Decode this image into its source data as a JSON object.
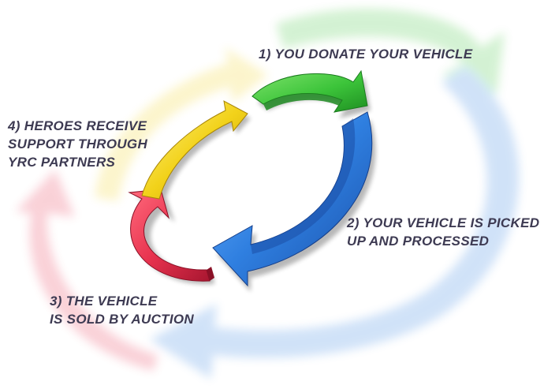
{
  "steps": [
    {
      "number_text": "1)",
      "lines": [
        "YOU DONATE YOUR VEHICLE"
      ],
      "color": "#3cc43a"
    },
    {
      "number_text": "2)",
      "lines": [
        "YOUR VEHICLE IS PICKED",
        "UP AND PROCESSED"
      ],
      "color": "#2f7fe0"
    },
    {
      "number_text": "3)",
      "lines": [
        "THE VEHICLE",
        "IS SOLD BY AUCTION"
      ],
      "color": "#e8334f"
    },
    {
      "number_text": "4)",
      "lines": [
        "HEROES RECEIVE",
        "SUPPORT THROUGH",
        "YRC PARTNERS"
      ],
      "color": "#f2d21a"
    }
  ],
  "label_color": "#3d3a52"
}
